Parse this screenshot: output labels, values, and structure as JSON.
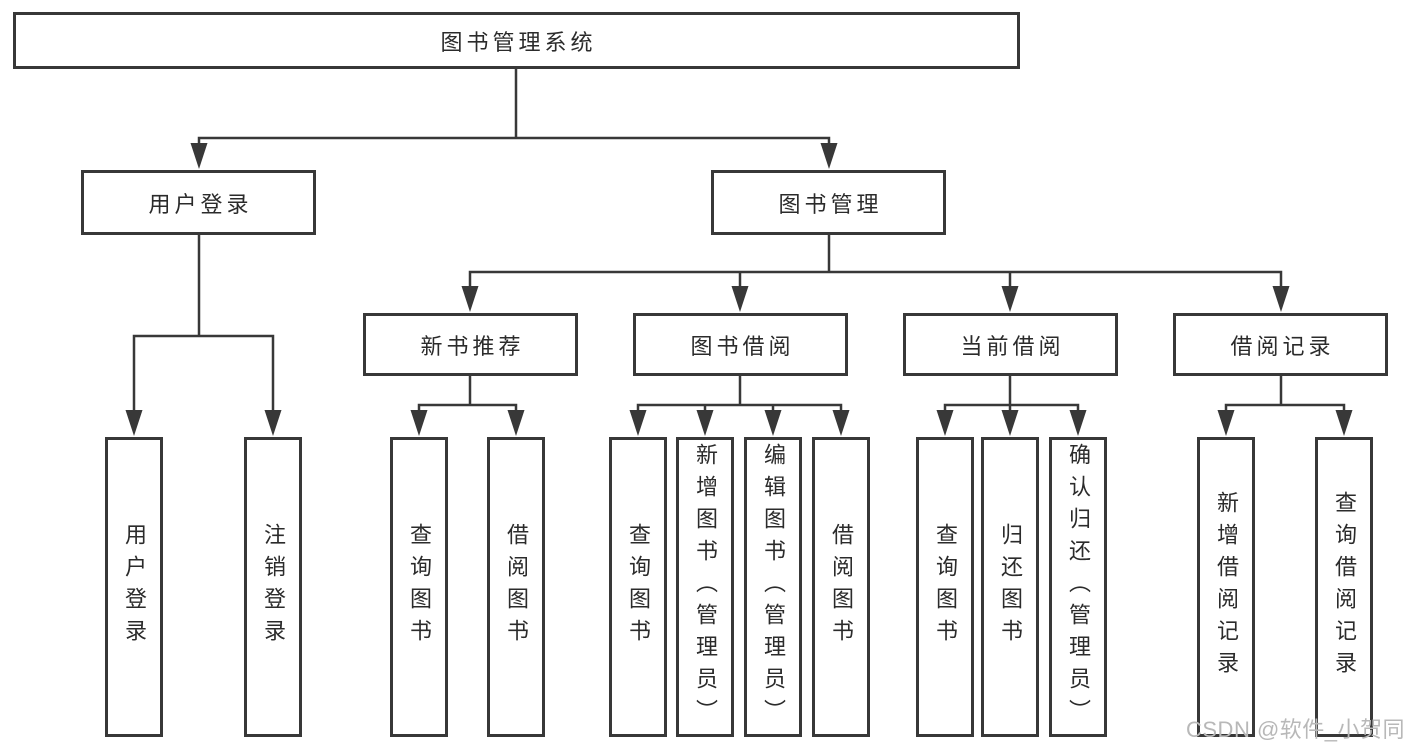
{
  "tree": {
    "label": "图书管理系统",
    "children": [
      {
        "label": "用户登录",
        "children": [
          {
            "label": "用户登录"
          },
          {
            "label": "注销登录"
          }
        ]
      },
      {
        "label": "图书管理",
        "children": [
          {
            "label": "新书推荐",
            "children": [
              {
                "label": "查询图书"
              },
              {
                "label": "借阅图书"
              }
            ]
          },
          {
            "label": "图书借阅",
            "children": [
              {
                "label": "查询图书"
              },
              {
                "label": "新增图书（管理员）"
              },
              {
                "label": "编辑图书（管理员）"
              },
              {
                "label": "借阅图书"
              }
            ]
          },
          {
            "label": "当前借阅",
            "children": [
              {
                "label": "查询图书"
              },
              {
                "label": "归还图书"
              },
              {
                "label": "确认归还（管理员）"
              }
            ]
          },
          {
            "label": "借阅记录",
            "children": [
              {
                "label": "新增借阅记录"
              },
              {
                "label": "查询借阅记录"
              }
            ]
          }
        ]
      }
    ]
  },
  "watermark": {
    "text": "CSDN @软件_小贺同学"
  },
  "colors": {
    "line": "#383838",
    "text": "#2b2b2b",
    "box_fill": "#ffffff",
    "watermark": "#b8b8b8",
    "background": "#ffffff"
  }
}
